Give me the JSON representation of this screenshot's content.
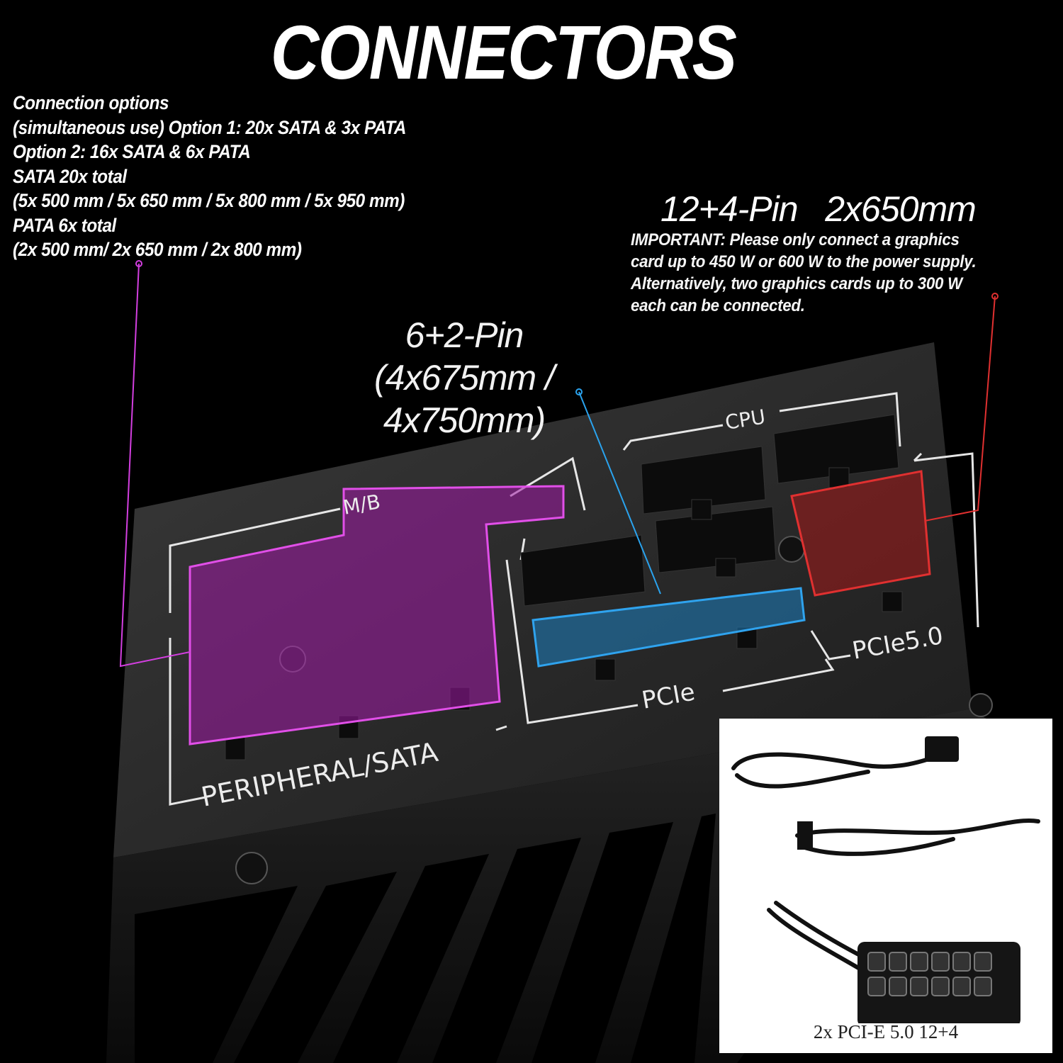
{
  "title": "CONNECTORS",
  "connection_options": {
    "lines": [
      "Connection options",
      "(simultaneous use) Option 1: 20x SATA & 3x PATA",
      "Option 2: 16x SATA & 6x PATA",
      "SATA 20x total",
      "(5x 500 mm / 5x 650 mm / 5x 800 mm / 5x 950 mm)",
      "PATA 6x total",
      "(2x 500 mm/ 2x 650 mm / 2x 800 mm)"
    ]
  },
  "pcie_62": {
    "line1": "6+2-Pin",
    "line2": "(4x675mm / 4x750mm)"
  },
  "pcie_124": {
    "heading": "12+4-Pin   2x650mm",
    "note_lines": [
      "IMPORTANT: Please only connect a graphics",
      "card up to 450 W or 600 W to the power supply.",
      "Alternatively, two graphics cards up to 300 W",
      "each can be connected."
    ]
  },
  "panel_labels": {
    "mb": "M/B",
    "cpu": "CPU",
    "pcie": "PCIe",
    "pcie5": "PCIe5.0",
    "peripheral": "PERIPHERAL/SATA"
  },
  "inset": {
    "caption": "2x PCI-E 5.0 12+4"
  },
  "colors": {
    "mb_highlight": "#c020c8",
    "pcie_highlight": "#1e8fd6",
    "pcie5_highlight": "#d02020",
    "background": "#000000"
  }
}
